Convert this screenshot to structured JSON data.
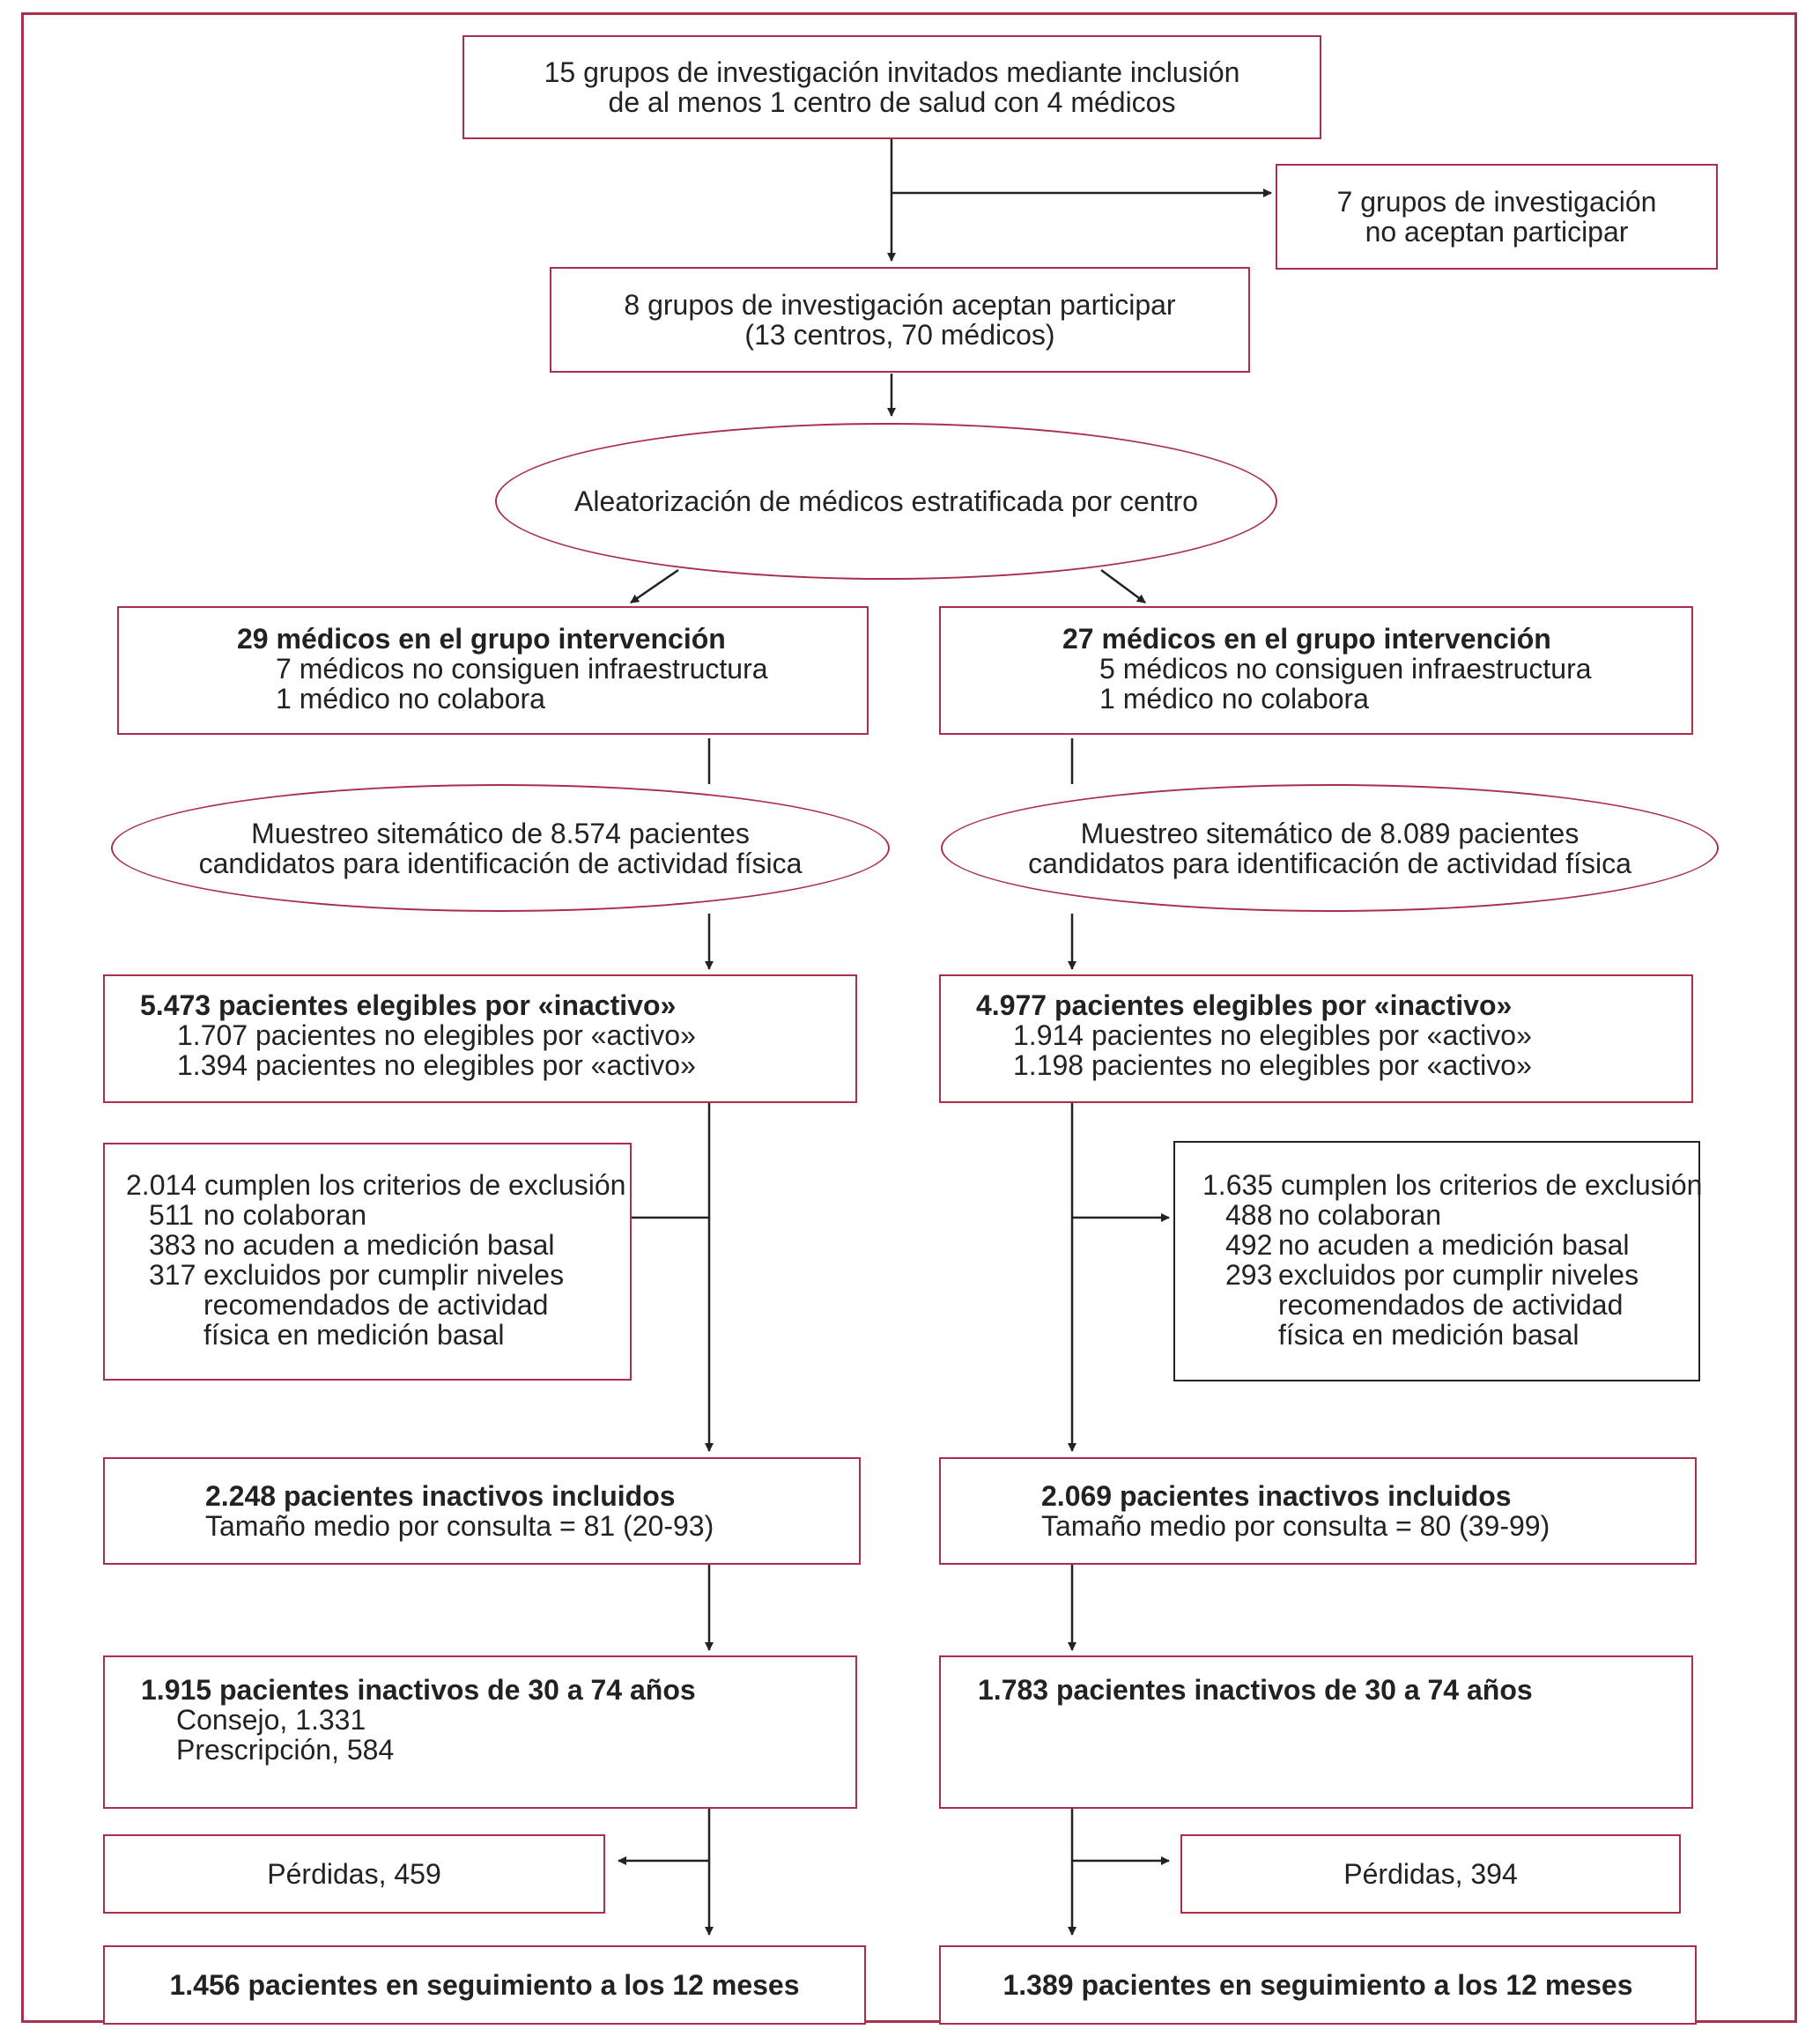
{
  "top": {
    "invited": [
      "15 grupos de investigación invitados mediante inclusión",
      "de al menos 1 centro de salud con 4 médicos"
    ],
    "declined": [
      "7 grupos de investigación",
      "no aceptan participar"
    ],
    "accepted": [
      "8 grupos de investigación aceptan participar",
      "(13 centros, 70 médicos)"
    ],
    "randomization": "Aleatorización de médicos estratificada por centro"
  },
  "left": {
    "doctors_title": "29 médicos en el grupo intervención",
    "doctors_lines": [
      "7 médicos no consiguen infraestructura",
      "1 médico no colabora"
    ],
    "sampling": [
      "Muestreo sitemático de 8.574 pacientes",
      "candidatos para identificación de actividad física"
    ],
    "eligible_title": "5.473 pacientes elegibles por «inactivo»",
    "eligible_lines": [
      "1.707 pacientes no elegibles por «activo»",
      "1.394 pacientes no elegibles por «activo»"
    ],
    "exclusion": {
      "total": "2.014 cumplen los criterios de exclusión",
      "items": [
        {
          "n": "511",
          "text": "no colaboran"
        },
        {
          "n": "383",
          "text": "no acuden a medición basal"
        },
        {
          "n": "317",
          "text": "excluidos por cumplir niveles"
        }
      ],
      "cont": [
        "recomendados de actividad",
        "física en medición basal"
      ]
    },
    "included_title": "2.248 pacientes inactivos incluidos",
    "included_line": "Tamaño medio por consulta = 81 (20-93)",
    "age_title": "1.915 pacientes inactivos de 30 a 74 años",
    "age_lines": [
      "Consejo, 1.331",
      "Prescripción, 584"
    ],
    "losses": "Pérdidas, 459",
    "followup": "1.456 pacientes en seguimiento a los 12 meses"
  },
  "right": {
    "doctors_title": "27 médicos en el grupo intervención",
    "doctors_lines": [
      "5 médicos no consiguen infraestructura",
      "1 médico no colabora"
    ],
    "sampling": [
      "Muestreo sitemático de 8.089 pacientes",
      "candidatos para identificación de actividad física"
    ],
    "eligible_title": "4.977 pacientes elegibles por «inactivo»",
    "eligible_lines": [
      "1.914 pacientes no elegibles por «activo»",
      "1.198 pacientes no elegibles por «activo»"
    ],
    "exclusion": {
      "total": "1.635 cumplen los criterios de exclusión",
      "items": [
        {
          "n": "488",
          "text": "no colaboran"
        },
        {
          "n": "492",
          "text": "no acuden a medición basal"
        },
        {
          "n": "293",
          "text": "excluidos por cumplir niveles"
        }
      ],
      "cont": [
        "recomendados de actividad",
        "física en medición basal"
      ]
    },
    "included_title": "2.069 pacientes inactivos incluidos",
    "included_line": "Tamaño medio por consulta = 80 (39-99)",
    "age_title": "1.783 pacientes inactivos de 30 a 74 años",
    "losses": "Pérdidas, 394",
    "followup": "1.389 pacientes en seguimiento a los 12 meses"
  }
}
